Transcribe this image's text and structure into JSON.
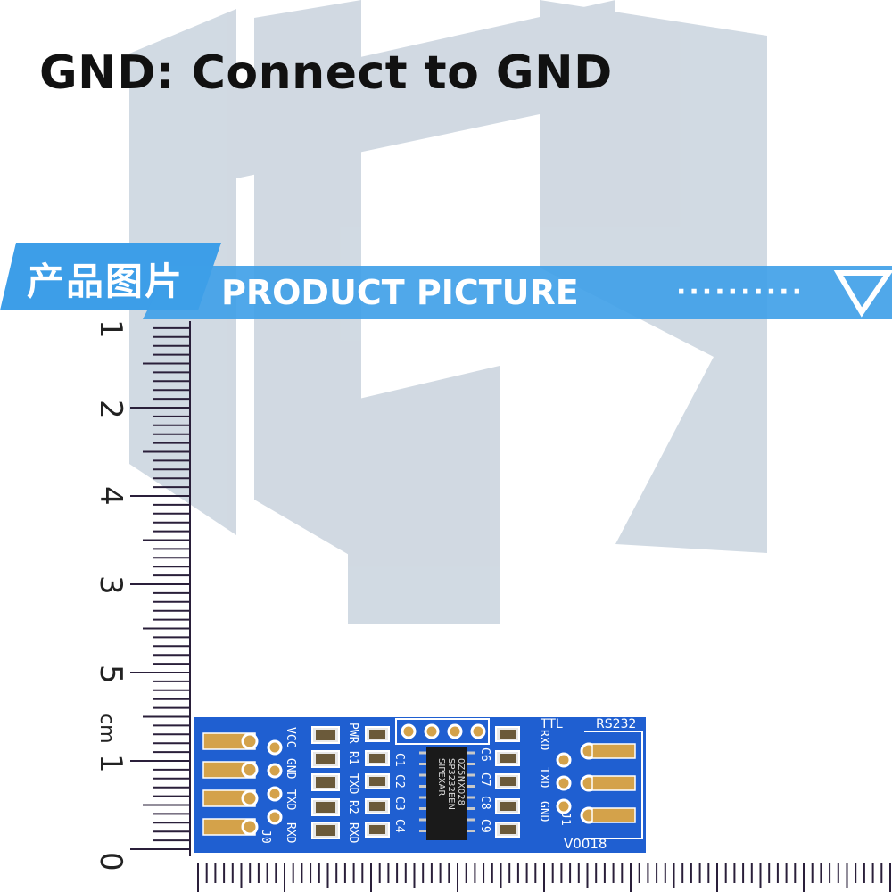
{
  "headline": "GND: Connect to GND",
  "banner": {
    "label_cn": "产品图片",
    "label_en": "PRODUCT PICTURE",
    "dots": "··········",
    "color": "#3d9ee8"
  },
  "ruler": {
    "tick_labels": [
      "0",
      "1",
      "5",
      "3",
      "4",
      "2",
      "1"
    ],
    "unit": "cm"
  },
  "pcb": {
    "color": "#1f5fd1",
    "chip_lines": [
      "SIPEXAR",
      "SP3232EEN",
      "0Z5NX028"
    ],
    "left_pins": [
      "VCC",
      "GND",
      "TXD",
      "RXD"
    ],
    "left_header": "J0",
    "right_pins": [
      "RXD",
      "TXD",
      "GND"
    ],
    "right_header": "J1",
    "right_labels": [
      "TTL",
      "RS232"
    ],
    "components_left": [
      "PWR",
      "R1",
      "TXD",
      "R2",
      "RXD"
    ],
    "caps_left": [
      "C1",
      "C2",
      "C3",
      "C4"
    ],
    "caps_right": [
      "C6",
      "C7",
      "C8",
      "C9"
    ],
    "version": "V0018"
  }
}
